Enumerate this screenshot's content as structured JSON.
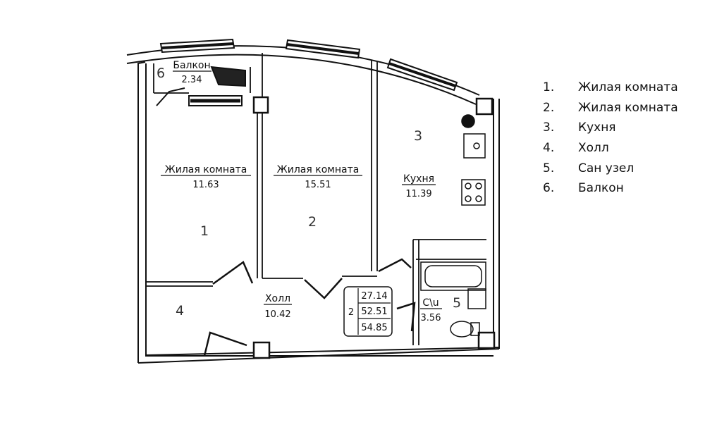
{
  "rooms": [
    {
      "id": 1,
      "name": "Жилая комната",
      "area": "11.63",
      "number": "1"
    },
    {
      "id": 2,
      "name": "Жилая комната",
      "area": "15.51",
      "number": "2"
    },
    {
      "id": 3,
      "name": "Кухня",
      "area": "11.39",
      "number": "3"
    },
    {
      "id": 4,
      "name": "Холл",
      "area": "10.42",
      "number": "4"
    },
    {
      "id": 5,
      "name": "С\\u",
      "area": "3.56",
      "number": "5"
    },
    {
      "id": 6,
      "name": "Балкон",
      "area": "2.34",
      "number": "6"
    }
  ],
  "summary": {
    "rooms_count": "2",
    "living_area": "27.14",
    "total_area": "52.51",
    "total_with_balcony": "54.85"
  },
  "legend": [
    {
      "num": "1.",
      "label": "Жилая комната"
    },
    {
      "num": "2.",
      "label": "Жилая комната"
    },
    {
      "num": "3.",
      "label": "Кухня"
    },
    {
      "num": "4.",
      "label": "Холл"
    },
    {
      "num": "5.",
      "label": "Сан узел"
    },
    {
      "num": "6.",
      "label": "Балкон"
    }
  ]
}
